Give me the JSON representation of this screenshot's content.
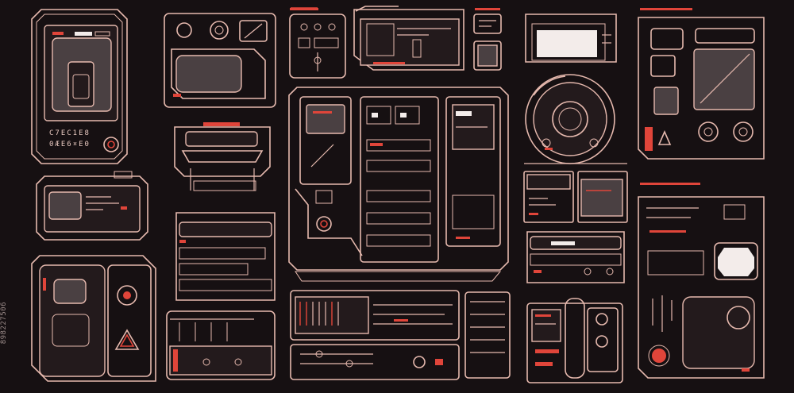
{
  "image_kind": "sci-fi HUD interface panel collection",
  "palette": {
    "background": "#161012",
    "outline": "#e6b9ae",
    "outline_dim": "#b48a82",
    "accent_red": "#e0453a",
    "fill_dark": "#231a1c",
    "screen": "#4a4042",
    "white": "#f3ecea"
  },
  "texts": {
    "code_line_1": "C7EC1E8",
    "code_line_2": "0ÆE6¤E0",
    "stock_id": "898227506"
  }
}
